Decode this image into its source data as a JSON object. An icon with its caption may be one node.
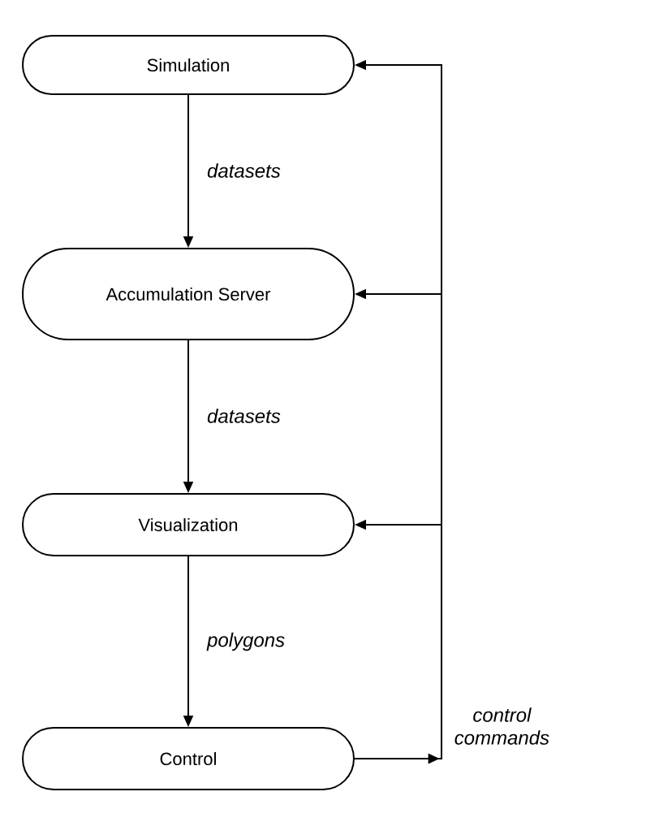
{
  "diagram": {
    "nodes": [
      {
        "text": [
          "Simulation"
        ]
      },
      {
        "text": [
          "Accumulation Server"
        ]
      },
      {
        "text": [
          "Visualization"
        ]
      },
      {
        "text": [
          "Control"
        ]
      }
    ],
    "edges": [
      {
        "from": 0,
        "to": 1,
        "arrow": "to",
        "label": "datasets"
      },
      {
        "from": 1,
        "to": 2,
        "arrow": "to",
        "label": "datasets"
      },
      {
        "from": 2,
        "to": 3,
        "arrow": "to",
        "label": "polygons"
      },
      {
        "from": 3,
        "to": 0,
        "arrow": "to",
        "label": "control commands"
      },
      {
        "from": 3,
        "to": 1,
        "arrow": "to"
      },
      {
        "from": 3,
        "to": 2,
        "arrow": "to"
      }
    ]
  }
}
